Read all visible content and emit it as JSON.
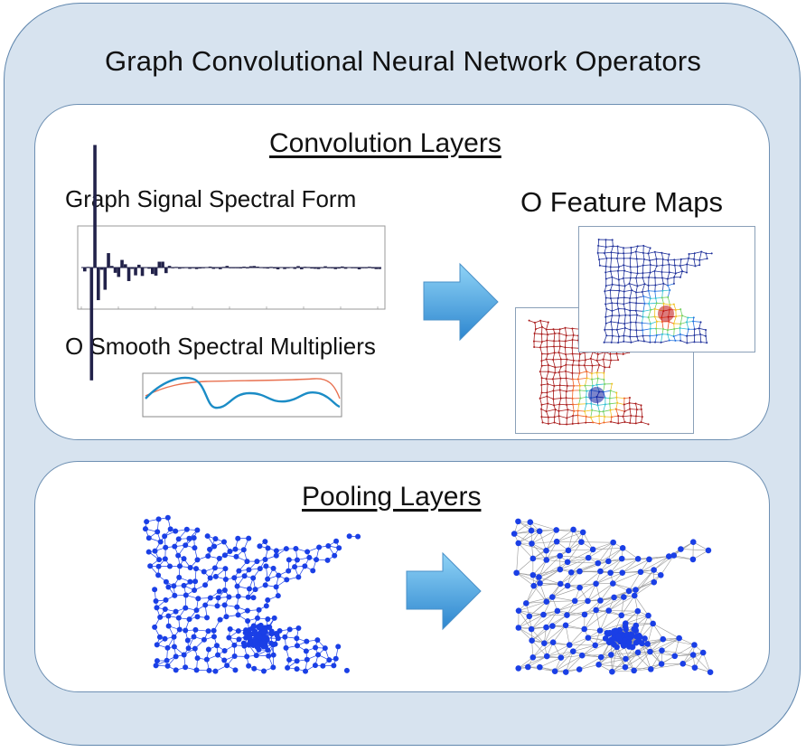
{
  "title": "Graph Convolutional Neural Network Operators",
  "convolution": {
    "heading": "Convolution Layers",
    "signal_label": "Graph Signal Spectral Form",
    "multipliers_label": "O Smooth Spectral Multipliers",
    "feature_maps_label": "O Feature Maps"
  },
  "pooling": {
    "heading": "Pooling Layers"
  },
  "colors": {
    "outer_fill": "#d7e3ef",
    "bar": "#22224a",
    "arrow": "#3a9bd8",
    "node": "#1a3fe6",
    "edge": "#9a9a9a",
    "curve_red": "#e8704f",
    "curve_blue": "#1b8cc6"
  }
}
